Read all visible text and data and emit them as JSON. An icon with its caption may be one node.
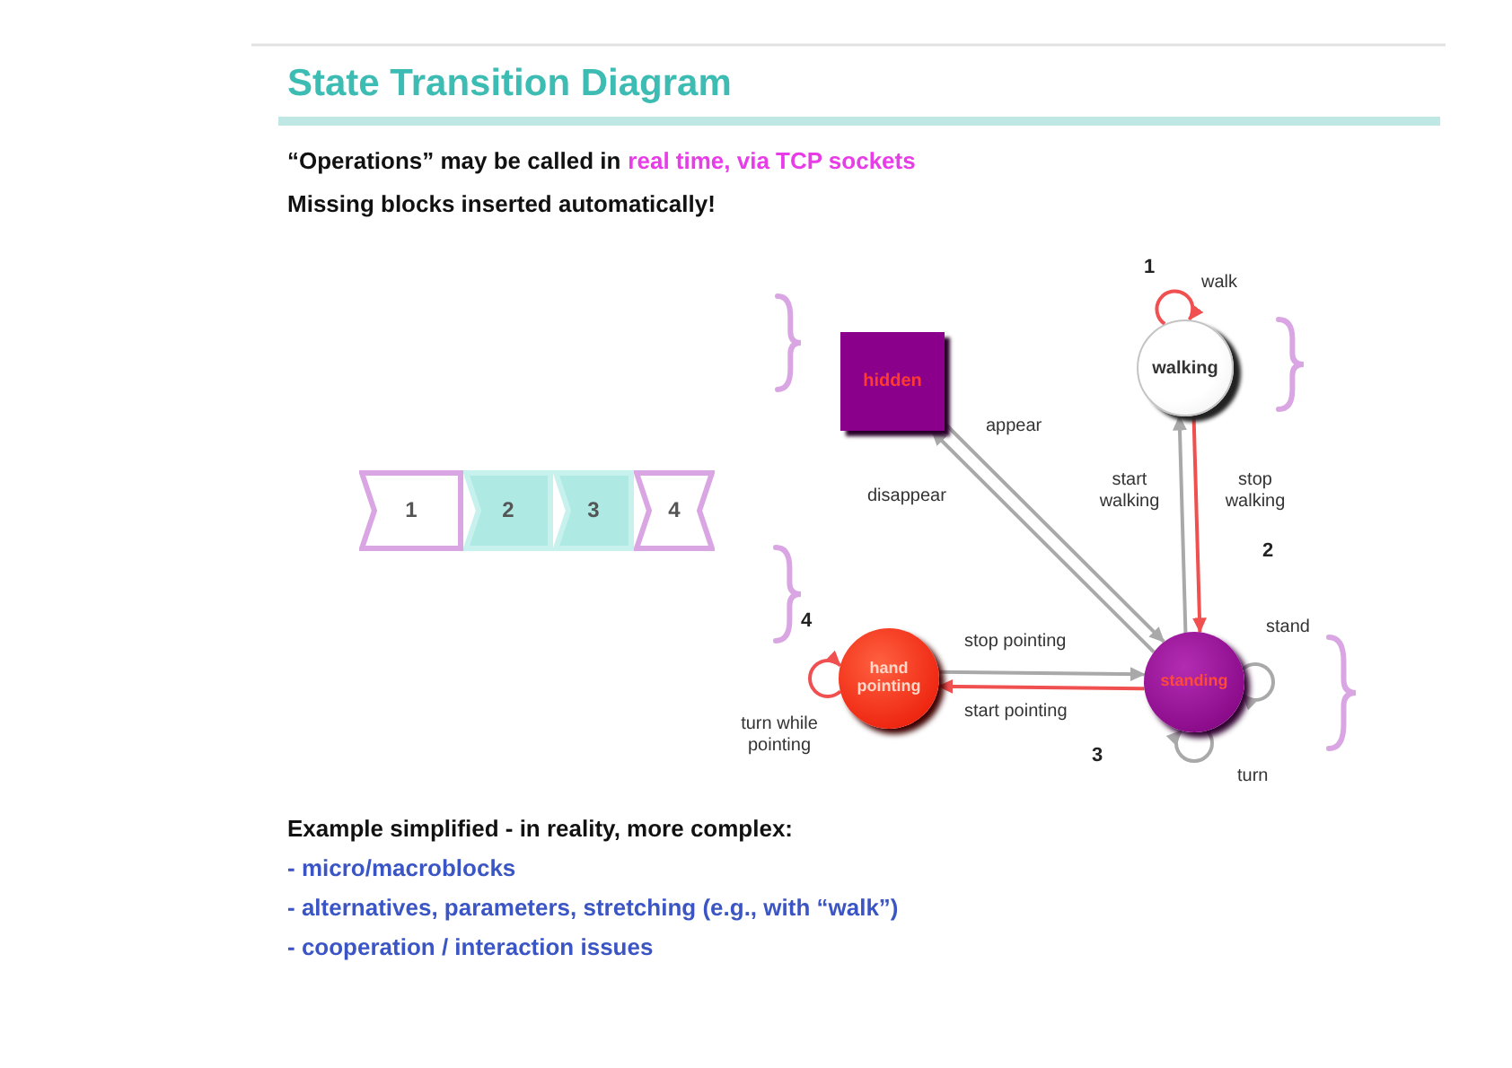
{
  "diagram": {
    "title": "State Transition Diagram",
    "nodes": [
      {
        "text": [
          "hidden"
        ]
      },
      {
        "text": [
          "walking"
        ]
      },
      {
        "text": [
          "1"
        ]
      },
      {
        "text": [
          "2"
        ]
      },
      {
        "text": [
          "3"
        ]
      },
      {
        "text": [
          "4"
        ]
      },
      {
        "text": [
          "hand pointing"
        ]
      },
      {
        "text": [
          "standing"
        ]
      }
    ],
    "edges": [
      {
        "from": 0,
        "to": 7,
        "arrow": "to",
        "label": "appear"
      },
      {
        "from": 7,
        "to": 0,
        "arrow": "to",
        "label": "disappear"
      },
      {
        "from": 7,
        "to": 1,
        "arrow": "to",
        "label": "start walking"
      },
      {
        "from": 1,
        "to": 7,
        "arrow": "to",
        "label": "stop walking",
        "color": "#f05050"
      },
      {
        "from": 6,
        "to": 7,
        "arrow": "to",
        "label": "stop pointing"
      },
      {
        "from": 7,
        "to": 6,
        "arrow": "to",
        "label": "start pointing",
        "color": "#f05050"
      },
      {
        "from": 1,
        "to": 1,
        "arrow": "to",
        "label": "walk",
        "color": "#f05050"
      },
      {
        "from": 7,
        "to": 7,
        "arrow": "to",
        "label": "stand"
      },
      {
        "from": 7,
        "to": 7,
        "arrow": "to",
        "label": "turn"
      },
      {
        "from": 6,
        "to": 6,
        "arrow": "to",
        "label": "turn while pointing",
        "color": "#f05050"
      }
    ],
    "labels": [
      "“Operations” may be called in",
      "real time, via TCP sockets",
      "Missing blocks inserted automatically!",
      "1",
      "2",
      "4",
      "3",
      "Example simplified - in reality, more complex:",
      "- micro/macroblocks",
      "- alternatives, parameters, stretching (e.g., with “walk”)",
      "- cooperation / interaction issues"
    ]
  }
}
